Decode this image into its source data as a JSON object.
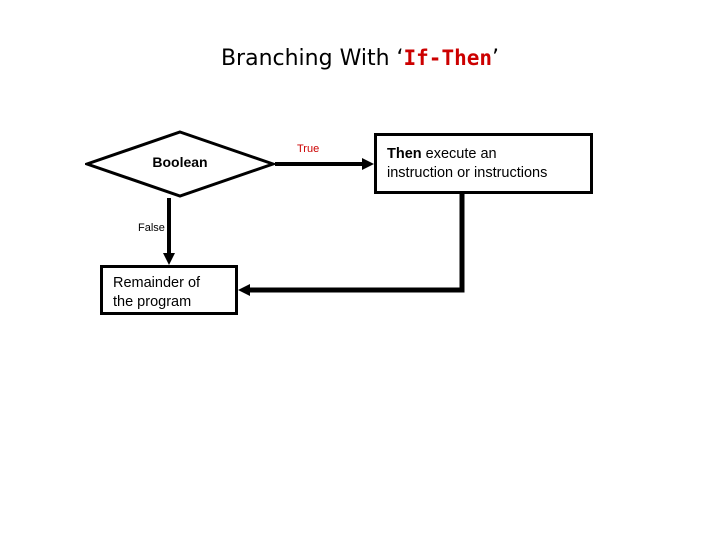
{
  "slide": {
    "title_prefix": "Branching With ‘",
    "title_keyword": "If-Then",
    "title_suffix": "’"
  },
  "diagram": {
    "type": "flowchart",
    "decision": {
      "label": "Boolean",
      "shape": "diamond"
    },
    "true_branch": {
      "edge_label": "True",
      "edge_label_color": "#cc0000",
      "box_bold_text": "Then",
      "box_text": " execute an instruction or instructions",
      "box_line1_bold": "Then",
      "box_line1_rest": " execute an",
      "box_line2": "instruction or instructions"
    },
    "false_branch": {
      "edge_label": "False",
      "edge_label_color": "#000000",
      "box_line1": "Remainder of",
      "box_line2": "the program"
    },
    "colors": {
      "stroke": "#000000",
      "accent": "#cc0000",
      "background": "#ffffff"
    }
  }
}
